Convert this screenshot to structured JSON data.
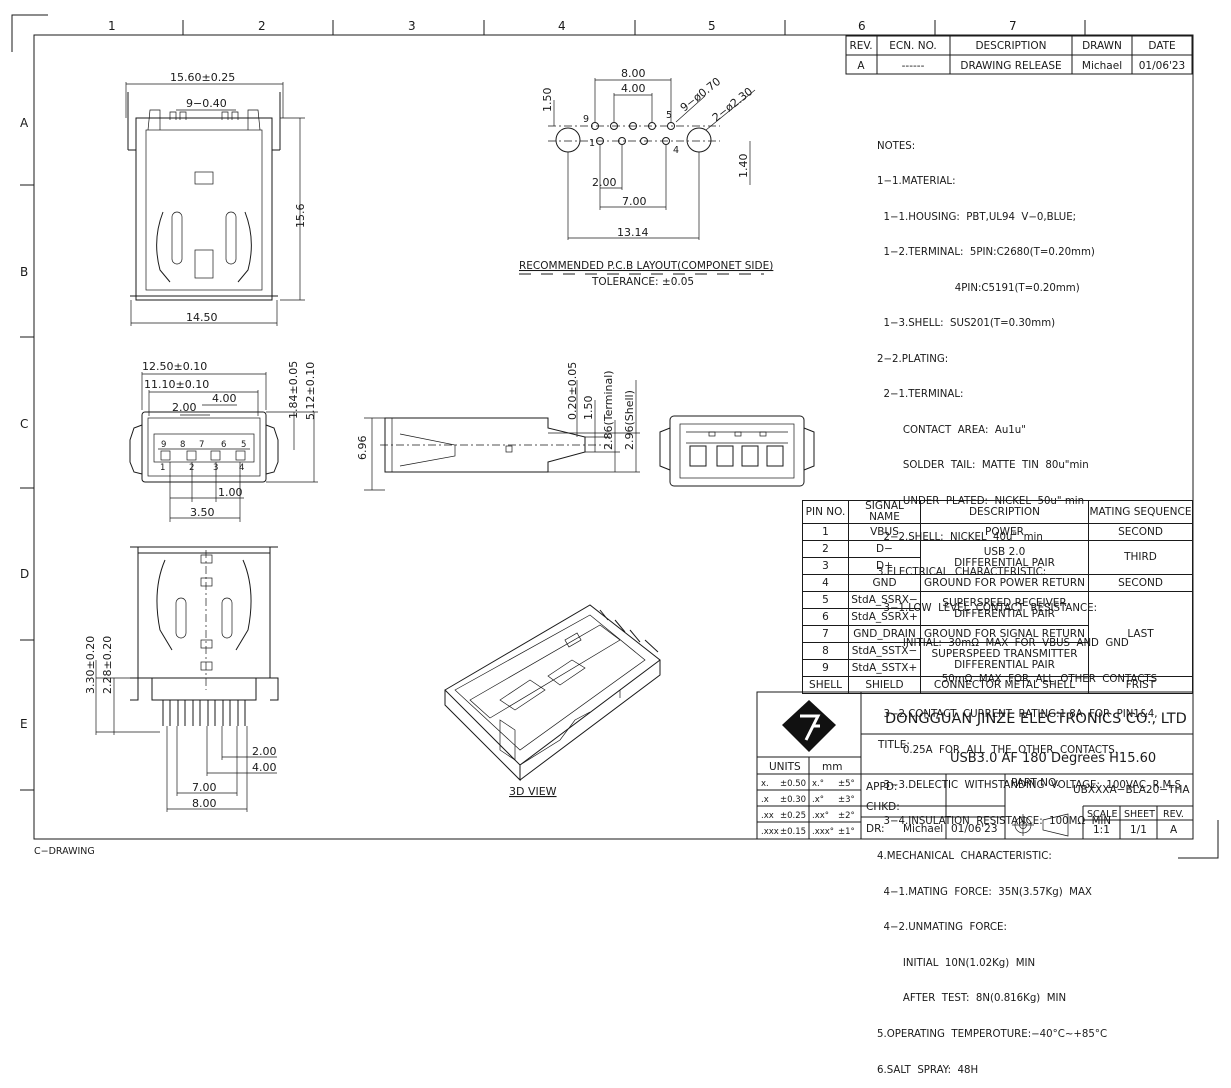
{
  "zone_columns": [
    "1",
    "2",
    "3",
    "4",
    "5",
    "6",
    "7"
  ],
  "zone_rows": [
    "A",
    "B",
    "C",
    "D",
    "E"
  ],
  "revision": {
    "headers": [
      "REV.",
      "ECN. NO.",
      "DESCRIPTION",
      "DRAWN",
      "DATE"
    ],
    "row": [
      "A",
      "------",
      "DRAWING RELEASE",
      "Michael",
      "01/06'23"
    ]
  },
  "views": {
    "top": {
      "width": "15.60±0.25",
      "pitch": "9−0.40",
      "height": "15.6",
      "bottom": "14.50"
    },
    "pcb": {
      "d1": "8.00",
      "d2": "4.00",
      "holes": "9−ø0.70",
      "pegs": "2−ø2.30",
      "d3": "1.50",
      "d4": "1.40",
      "d5": "2.00",
      "d6": "7.00",
      "d7": "13.14",
      "pin9": "9",
      "pin5": "5",
      "pin1": "1",
      "pin4": "4",
      "title": "RECOMMENDED P.C.B LAYOUT(COMPONET SIDE)",
      "tolerance": "TOLERANCE: ±0.05"
    },
    "front": {
      "d1": "12.50±0.10",
      "d2": "11.10±0.10",
      "d3": "4.00",
      "d4": "2.00",
      "d5": "1.84±0.05",
      "d6": "5.12±0.10",
      "d7": "1.00",
      "d8": "3.50",
      "pins_top": [
        "9",
        "8",
        "7",
        "6",
        "5"
      ],
      "pins_bot": [
        "1",
        "2",
        "3",
        "4"
      ]
    },
    "side": {
      "d1": "6.96",
      "d2": "0.20±0.05",
      "d3": "1.50",
      "d4": "2.86(Terminal)",
      "d5": "2.96(Shell)"
    },
    "bottom": {
      "d1": "3.30±0.20",
      "d2": "2.28±0.20",
      "d3": "2.00",
      "d4": "4.00",
      "d5": "7.00",
      "d6": "8.00"
    },
    "iso_label": "3D VIEW"
  },
  "notes": [
    "NOTES:",
    "1−1.MATERIAL:",
    "  1−1.HOUSING:  PBT,UL94  V−0,BLUE;",
    "  1−2.TERMINAL:  5PIN:C2680(T=0.20mm)",
    "                        4PIN:C5191(T=0.20mm)",
    "  1−3.SHELL:  SUS201(T=0.30mm)",
    "2−2.PLATING:",
    "  2−1.TERMINAL:",
    "        CONTACT  AREA:  Au1u\"",
    "        SOLDER  TAIL:  MATTE  TIN  80u\"min",
    "        UNDER  PLATED:  NICKEL  50u\" min",
    "  2−2.SHELL:  NICKEL  40u\"  min",
    "3.ELECTRICAL  CHARACTERISTIC:",
    "  3−1.LOW  LEVEL  CONTACT  RESISTANCE:",
    "        INITIAL:  30mΩ  MAX  FOR  VBUS  AND  GND",
    "                    50mΩ  MAX  FOR  ALL  OTHER  CONTACTS",
    "  3−2.CONTACT  CURRENT  RATING:1.8A  FOR  PIN1&4,",
    "        0.25A  FOR  ALL  THE  OTHER  CONTACTS.",
    "  3−3.DELECTIC  WITHSTANDING  VOLTAGE:  100VAC  R.M.S",
    "  3−4.INSULATION  RESISTANCE:  100MΩ  MIN",
    "4.MECHANICAL  CHARACTERISTIC:",
    "  4−1.MATING  FORCE:  35N(3.57Kg)  MAX",
    "  4−2.UNMATING  FORCE:",
    "        INITIAL  10N(1.02Kg)  MIN",
    "        AFTER  TEST:  8N(0.816Kg)  MIN",
    "5.OPERATING  TEMPEROTURE:−40°C~+85°C",
    "6.SALT  SPRAY:  48H"
  ],
  "pin_table": {
    "headers": [
      "PIN NO.",
      "SIGNAL NAME",
      "DESCRIPTION",
      "MATING SEQUENCE"
    ],
    "pins": [
      "1",
      "2",
      "3",
      "4",
      "5",
      "6",
      "7",
      "8",
      "9",
      "SHELL"
    ],
    "signals": [
      "VBUS",
      "D−",
      "D+",
      "GND",
      "StdA_SSRX−",
      "StdA_SSRX+",
      "GND_DRAIN",
      "StdA_SSTX−",
      "StdA_SSTX+",
      "SHIELD"
    ],
    "desc": {
      "power": "POWER",
      "usb_a": "USB  2.0",
      "usb_b": "DIFFERENTIAL  PAIR",
      "gnd_power": "GROUND  FOR  POWER  RETURN",
      "ssrx_a": "SUPERSPEED  RECEIVER",
      "ssrx_b": "DIFFERENTIAL  PAIR",
      "gnd_signal": "GROUND  FOR  SIGNAL  RETURN",
      "sstx_a": "SUPERSPEED  TRANSMITTER",
      "sstx_b": "DIFFERENTIAL  PAIR",
      "shell": "CONNECTOR  METAL  SHELL"
    },
    "mating": {
      "second": "SECOND",
      "third": "THIRD",
      "second2": "SECOND",
      "last": "LAST",
      "first": "FRIST"
    }
  },
  "title_block": {
    "company": "DONGGUAN  JINZE  ELECTRONICS  CO.,  LTD",
    "title_label": "TITLE:",
    "title": "USB3.0  AF  180  Degrees  H15.60",
    "units_label": "UNITS",
    "units": "mm",
    "tolerances": [
      [
        "x.",
        "±0.50",
        "x.°",
        "±5°"
      ],
      [
        ".x",
        "±0.30",
        ".x°",
        "±3°"
      ],
      [
        ".xx",
        "±0.25",
        ".xx°",
        "±2°"
      ],
      [
        ".xxx",
        "±0.15",
        ".xxx°",
        "±1°"
      ]
    ],
    "appd": "APPD:",
    "chkd": "CHKD:",
    "dr": "DR:",
    "drawer": "Michael",
    "date": "01/06'23",
    "part_label": "PART  NO.",
    "part_no": "UBXXXA−BLA20−THA",
    "scale_label": "SCALE",
    "sheet_label": "SHEET",
    "rev_label": "REV.",
    "scale": "1:1",
    "sheet": "1/1",
    "rev": "A"
  },
  "footer": "C−DRAWING"
}
